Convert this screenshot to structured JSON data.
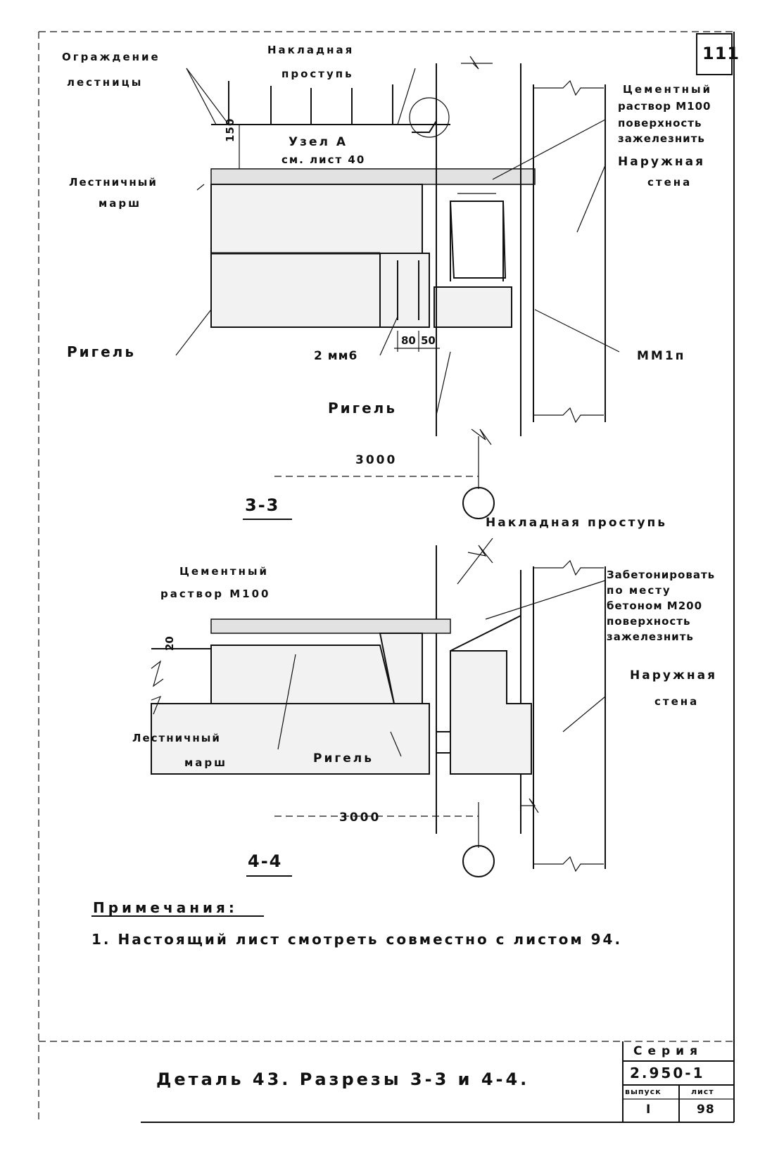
{
  "sheet_corner": "111",
  "section_3": {
    "guard_label_1": "Ограждение",
    "guard_label_2": "лестницы",
    "tread_label_1": "Накладная",
    "tread_label_2": "проступь",
    "dim_150": "150",
    "node_label_1": "Узел А",
    "node_label_2": "см. лист 40",
    "cement_1": "Цементный",
    "cement_2": "раствор М100",
    "cement_3": "поверхность",
    "cement_4": "зажелезнить",
    "outer_wall_1": "Наружная",
    "outer_wall_2": "стена",
    "stair_1": "Лестничный",
    "stair_2": "марш",
    "rigel_left": "Ригель",
    "weld": "2 мм6",
    "dim_80": "80",
    "dim_50": "50",
    "rigel_bottom": "Ригель",
    "mm": "ММ1п",
    "dim_3000": "3000",
    "title": "3-3"
  },
  "section_4": {
    "tread": "Накладная проступь",
    "cement_1": "Цементный",
    "cement_2": "раствор М100",
    "concrete_1": "Забетонировать",
    "concrete_2": "по месту",
    "concrete_3": "бетоном М200",
    "concrete_4": "поверхность",
    "concrete_5": "зажелезнить",
    "outer_wall_1": "Наружная",
    "outer_wall_2": "стена",
    "dim_20": "20",
    "stair_1": "Лестничный",
    "stair_2": "марш",
    "rigel": "Ригель",
    "dim_3000": "3000",
    "title": "4-4"
  },
  "notes": {
    "heading": "Примечания:",
    "item_1": "1. Настоящий лист смотреть совместно с листом 94."
  },
  "title_block": {
    "title": "Деталь 43. Разрезы 3-3 и 4-4.",
    "series_label": "Серия",
    "series_value": "2.950-1",
    "issue_label": "выпуск",
    "issue_value": "I",
    "sheet_label": "лист",
    "sheet_value": "98"
  }
}
